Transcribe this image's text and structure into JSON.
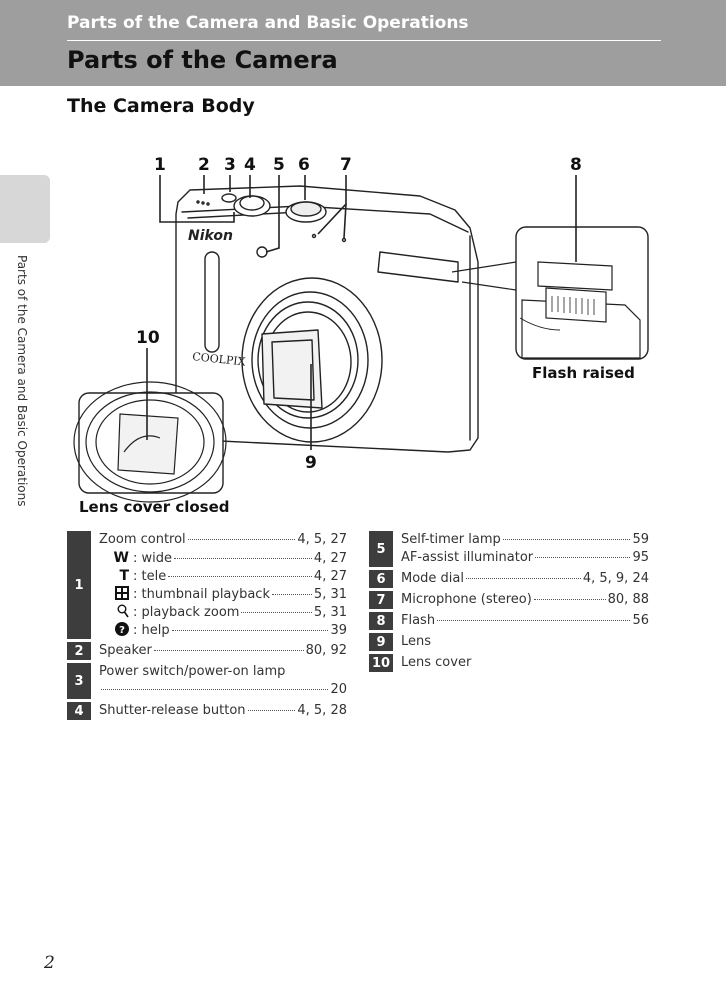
{
  "header": {
    "section_title": "Parts of the Camera and Basic Operations",
    "page_title": "Parts of the Camera",
    "subheading": "The Camera Body"
  },
  "side_tab": {
    "label": "Parts of the Camera and Basic Operations"
  },
  "figure": {
    "callouts": [
      "1",
      "2",
      "3",
      "4",
      "5",
      "6",
      "7",
      "8",
      "9",
      "10"
    ],
    "camera_brand": "Nikon",
    "camera_model": "COOLPIX",
    "captions": {
      "flash_raised": "Flash raised",
      "lens_cover_closed": "Lens cover closed"
    }
  },
  "parts_left": [
    {
      "num": "1",
      "lines": [
        {
          "label": "Zoom control",
          "pages": "4, 5, 27"
        },
        {
          "symbol": "W",
          "label": ": wide",
          "pages": "4, 27"
        },
        {
          "symbol": "T",
          "label": ": tele",
          "pages": "4, 27"
        },
        {
          "symbol": "thumbnail-icon",
          "label": ": thumbnail playback",
          "pages": "5, 31"
        },
        {
          "symbol": "zoom-icon",
          "label": ": playback zoom",
          "pages": "5, 31"
        },
        {
          "symbol": "help-icon",
          "label": ": help",
          "pages": "39"
        }
      ]
    },
    {
      "num": "2",
      "lines": [
        {
          "label": "Speaker",
          "pages": "80, 92"
        }
      ]
    },
    {
      "num": "3",
      "lines": [
        {
          "label": "Power switch/power-on lamp",
          "pages": ""
        },
        {
          "label": "",
          "pages": "20"
        }
      ]
    },
    {
      "num": "4",
      "lines": [
        {
          "label": "Shutter-release button",
          "pages": "4, 5, 28"
        }
      ]
    }
  ],
  "parts_right": [
    {
      "num": "5",
      "lines": [
        {
          "label": "Self-timer lamp",
          "pages": "59"
        },
        {
          "label": "AF-assist illuminator",
          "pages": "95"
        }
      ]
    },
    {
      "num": "6",
      "lines": [
        {
          "label": "Mode dial",
          "pages": "4, 5, 9, 24"
        }
      ]
    },
    {
      "num": "7",
      "lines": [
        {
          "label": "Microphone (stereo)",
          "pages": "80, 88"
        }
      ]
    },
    {
      "num": "8",
      "lines": [
        {
          "label": "Flash",
          "pages": "56"
        }
      ]
    },
    {
      "num": "9",
      "lines": [
        {
          "label": "Lens",
          "pages": ""
        }
      ]
    },
    {
      "num": "10",
      "lines": [
        {
          "label": "Lens cover",
          "pages": ""
        }
      ]
    }
  ],
  "page_number": "2"
}
